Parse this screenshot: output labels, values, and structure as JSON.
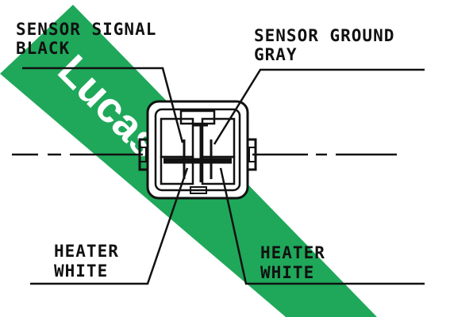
{
  "colors": {
    "watermark_band": "#1fa85a",
    "watermark_text": "#ffffff",
    "line": "#111111",
    "background": "#ffffff"
  },
  "watermark": {
    "text": "Lucas"
  },
  "pins": {
    "sensor_signal": {
      "name": "SENSOR SIGNAL",
      "color": "BLACK"
    },
    "sensor_ground": {
      "name": "SENSOR GROUND",
      "color": "GRAY"
    },
    "heater_left": {
      "name": "HEATER",
      "color": "WHITE"
    },
    "heater_right": {
      "name": "HEATER",
      "color": "WHITE"
    }
  }
}
